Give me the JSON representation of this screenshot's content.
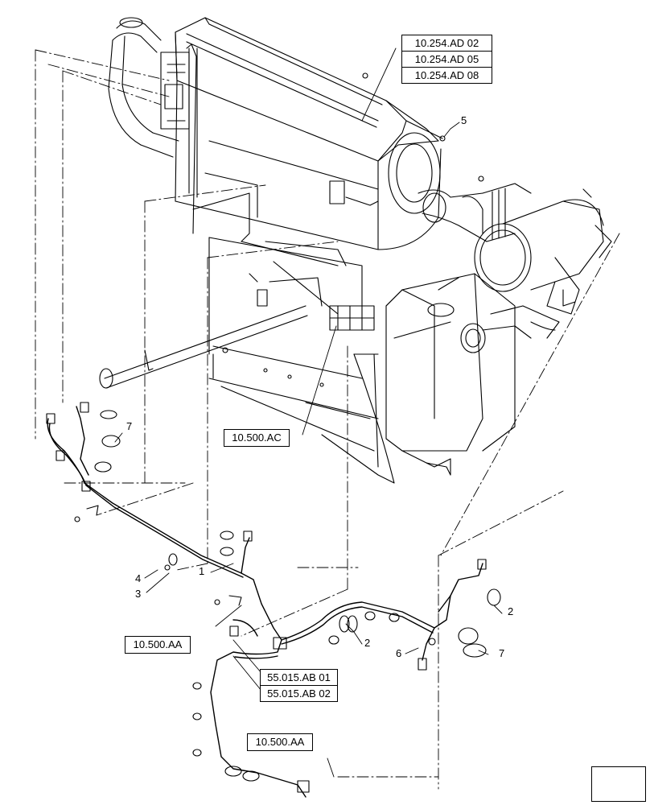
{
  "references": {
    "ad_group": [
      "10.254.AD 02",
      "10.254.AD 05",
      "10.254.AD 08"
    ],
    "ac": "10.500.AC",
    "aa_left": "10.500.AA",
    "aa_bottom": "10.500.AA",
    "ab_group": [
      "55.015.AB 01",
      "55.015.AB 02"
    ]
  },
  "callouts": {
    "c5": "5",
    "c7_left": "7",
    "c4": "4",
    "c3": "3",
    "c1": "1",
    "c2_mid": "2",
    "c2_right": "2",
    "c6": "6",
    "c7_right": "7"
  },
  "icons": {
    "nav": "page-navigation-arrow-icon"
  }
}
